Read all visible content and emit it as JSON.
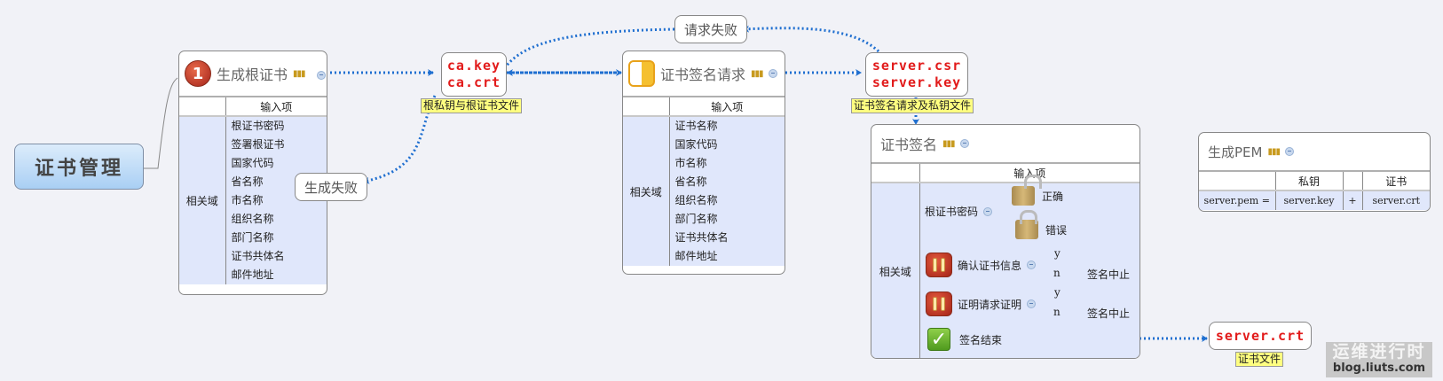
{
  "root": {
    "label": "证书管理"
  },
  "gen_root_cert": {
    "title": "生成根证书",
    "badge": "1",
    "marker_icon": "task-progress-icon",
    "column_header": "输入项",
    "row_label": "相关域",
    "items": [
      "根证书密码",
      "签署根证书",
      "国家代码",
      "省名称",
      "市名称",
      "组织名称",
      "部门名称",
      "证书共体名",
      "邮件地址"
    ]
  },
  "ca_files": {
    "lines": [
      "ca.key",
      "ca.crt"
    ],
    "note": "根私钥与根证书文件"
  },
  "gen_fail": {
    "label": "生成失败"
  },
  "csr": {
    "title": "证书签名请求",
    "column_header": "输入项",
    "row_label": "相关域",
    "items": [
      "证书名称",
      "国家代码",
      "市名称",
      "省名称",
      "组织名称",
      "部门名称",
      "证书共体名",
      "邮件地址"
    ]
  },
  "req_fail": {
    "label": "请求失败"
  },
  "server_files": {
    "lines": [
      "server.csr",
      "server.key"
    ],
    "note": "证书签名请求及私钥文件"
  },
  "sign": {
    "title": "证书签名",
    "column_header": "输入项",
    "row_label": "相关域",
    "root_password": {
      "label": "根证书密码",
      "branches": [
        "正确",
        "错误"
      ]
    },
    "confirm_info": {
      "label": "确认证书信息",
      "yes": "y",
      "no": "n",
      "no_result": "签名中止"
    },
    "prove_request": {
      "label": "证明请求证明",
      "yes": "y",
      "no": "n",
      "no_result": "签名中止"
    },
    "end": {
      "label": "签名结束"
    }
  },
  "server_crt": {
    "label": "server.crt",
    "note": "证书文件"
  },
  "pem": {
    "title": "生成PEM",
    "headers": [
      "",
      "私钥",
      "",
      "证书"
    ],
    "row": [
      "server.pem =",
      "server.key",
      "+",
      "server.crt"
    ]
  },
  "watermark": {
    "line1": "运维进行时",
    "line2": "blog.liuts.com"
  },
  "colors": {
    "link": "#1f6fd0",
    "file_text": "#e21b1b",
    "note_bg": "#ffff80",
    "table_bg": "#e0e7fb"
  }
}
